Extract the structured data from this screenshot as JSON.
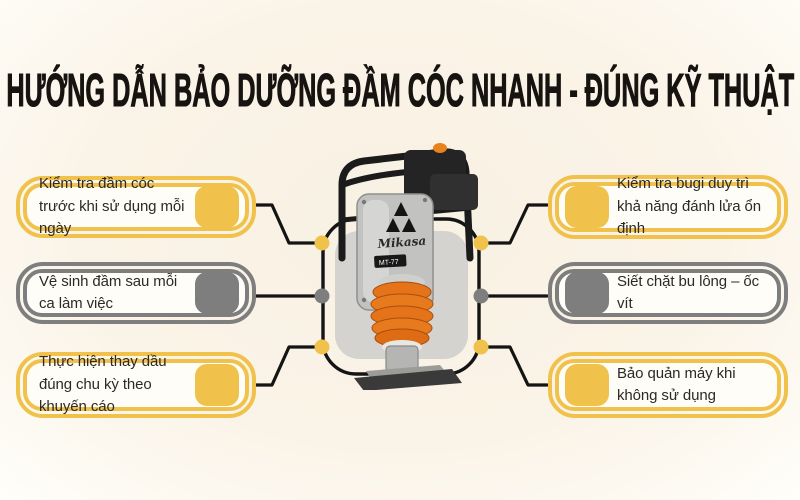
{
  "title": {
    "text": "HƯỚNG DẪN BẢO DƯỠNG ĐẦM CÓC NHANH - ĐÚNG KỸ THUẬT"
  },
  "cards": {
    "left": [
      {
        "text": "Kiểm tra đầm cóc trước khi sử dụng mỗi ngày",
        "variant": "yellow"
      },
      {
        "text": "Vệ sinh đầm sau mỗi ca làm việc",
        "variant": "gray"
      },
      {
        "text": "Thực hiện thay dầu đúng chu kỳ theo khuyến cáo",
        "variant": "yellow"
      }
    ],
    "right": [
      {
        "text": "Kiểm tra bugi duy trì khả năng đánh lửa ổn định",
        "variant": "yellow"
      },
      {
        "text": "Siết chặt bu lông – ốc vít",
        "variant": "gray"
      },
      {
        "text": "Bảo quản máy khi không sử dụng",
        "variant": "yellow"
      }
    ]
  },
  "machine": {
    "brand_label": "Mikasa",
    "model_label": "MT-77"
  },
  "connector_dots": [
    {
      "side": "left",
      "position": "top",
      "color": "#F0C24B"
    },
    {
      "side": "left",
      "position": "middle",
      "color": "#7E7E7E"
    },
    {
      "side": "left",
      "position": "bottom",
      "color": "#F0C24B"
    },
    {
      "side": "right",
      "position": "top",
      "color": "#F0C24B"
    },
    {
      "side": "right",
      "position": "middle",
      "color": "#7E7E7E"
    },
    {
      "side": "right",
      "position": "bottom",
      "color": "#F0C24B"
    }
  ],
  "colors": {
    "accent_yellow": "#F0C24B",
    "accent_gray": "#7E7E7E",
    "line_black": "#141414",
    "panel_gray": "#D5D3D0",
    "card_background": "#FFFDF8",
    "canvas_background": "#FAF3E7",
    "title_color": "#171310",
    "bellows_orange": "#E4731A",
    "body_text": "#2D2A26"
  }
}
